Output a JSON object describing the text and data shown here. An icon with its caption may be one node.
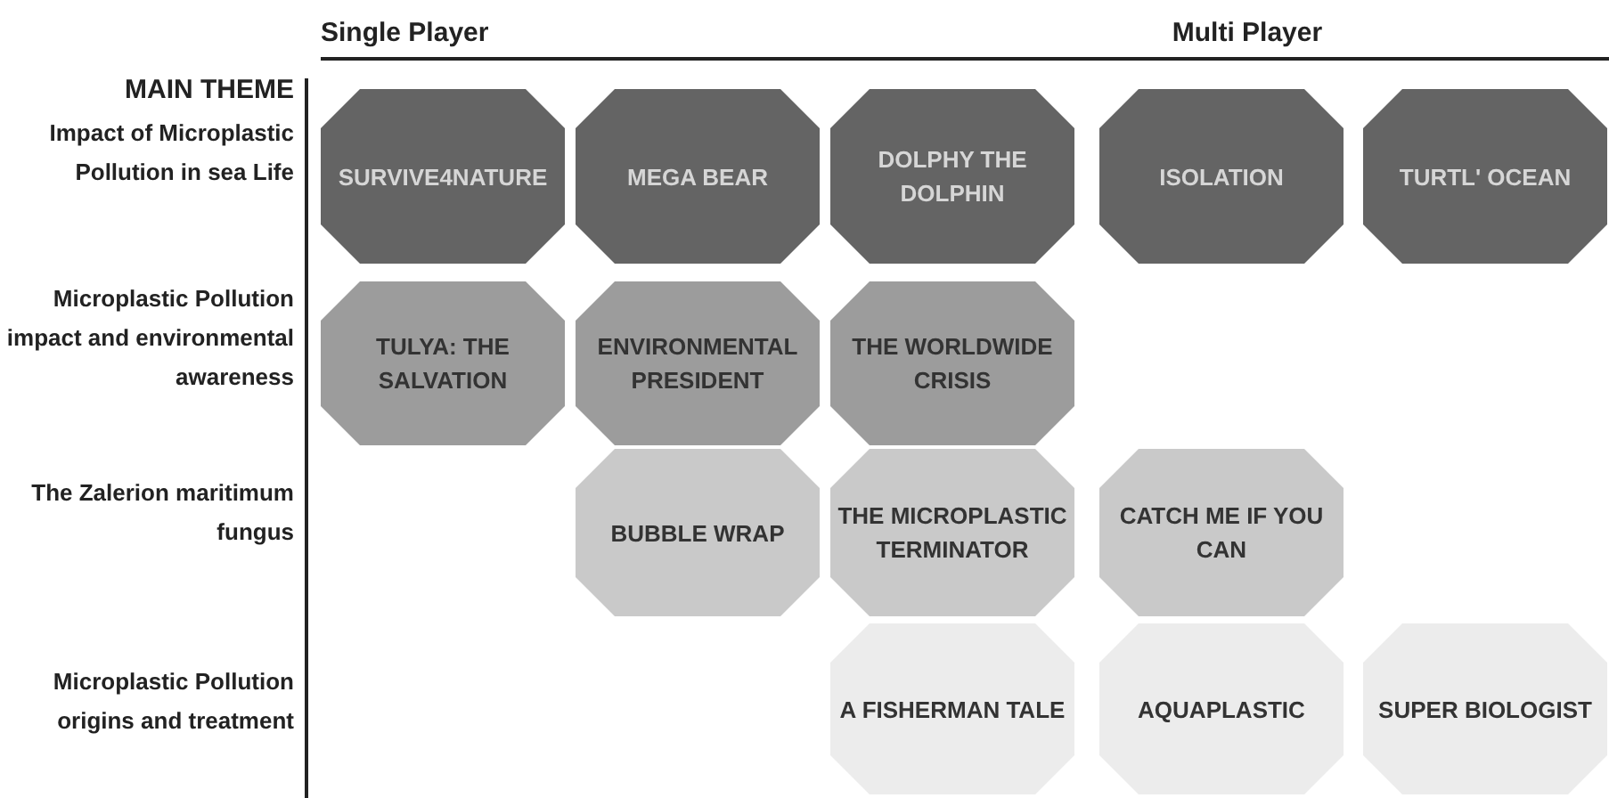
{
  "diagram": {
    "nodes": [
      {
        "text": [
          "SURVIVE4NATURE"
        ]
      },
      {
        "text": [
          "MEGA BEAR"
        ]
      },
      {
        "text": [
          "DOLPHY THE DOLPHIN"
        ]
      },
      {
        "text": [
          "ISOLATION"
        ]
      },
      {
        "text": [
          "TURTL' OCEAN"
        ]
      },
      {
        "text": [
          "TULYA: THE SALVATION"
        ]
      },
      {
        "text": [
          "ENVIRONMENTAL PRESIDENT"
        ]
      },
      {
        "text": [
          "THE WORLDWIDE CRISIS"
        ]
      },
      {
        "text": [
          "BUBBLE WRAP"
        ]
      },
      {
        "text": [
          "THE MICROPLASTIC TERMINATOR"
        ]
      },
      {
        "text": [
          "CATCH ME IF YOU CAN"
        ]
      },
      {
        "text": [
          "A FISHERMAN TALE"
        ]
      },
      {
        "text": [
          "AQUAPLASTIC"
        ]
      },
      {
        "text": [
          "SUPER BIOLOGIST"
        ]
      }
    ],
    "labels": [
      "Single Player",
      "Multi Player",
      "MAIN THEME",
      "Impact of Microplastic Pollution in sea Life",
      "Microplastic Pollution impact and environmental awareness",
      "The Zalerion maritimum fungus",
      "Microplastic Pollution origins and treatment"
    ]
  }
}
